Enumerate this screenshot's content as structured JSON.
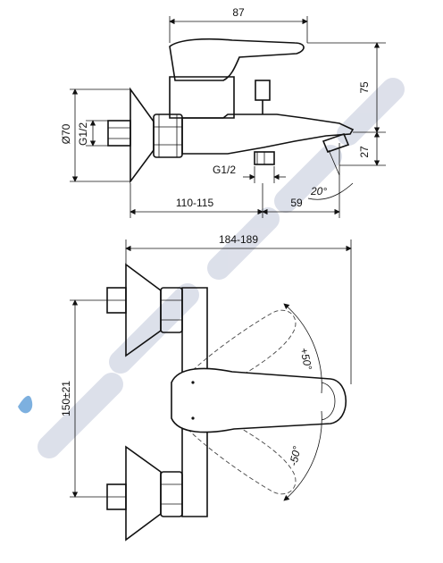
{
  "dimensions": {
    "top_width": "87",
    "height_75": "75",
    "height_27": "27",
    "diameter": "Ø70",
    "thread_inlet": "G1/2",
    "thread_outlet": "G1/2",
    "centers_side": "110-115",
    "spout_59": "59",
    "angle_spout": "20°",
    "overall_width": "184-189",
    "centers_front": "150±21",
    "angle_plus": "+50°",
    "angle_minus": "-50°"
  },
  "colors": {
    "line": "#111111",
    "watermark": "#d9dde8",
    "drop": "#6fa8dc"
  }
}
